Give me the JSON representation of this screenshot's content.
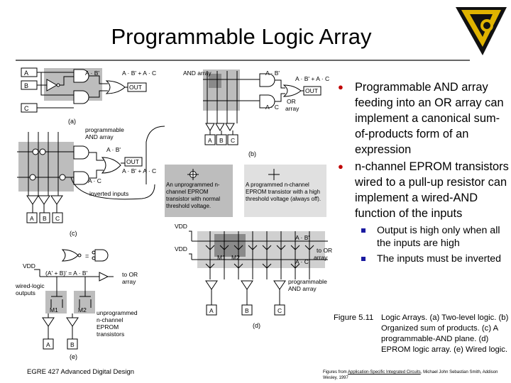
{
  "slide": {
    "title": "Programmable Logic Array",
    "footer_left": "EGRE 427 Advanced Digital Design",
    "footer_right": {
      "prefix": "Figures from ",
      "book": "Application-Specific Integrated Circuits",
      "suffix": ", Michael John Sebastian Smith, Addison Wesley, 1997"
    }
  },
  "bullets": [
    {
      "text": "Programmable AND array feeding into an OR array can implement a canonical sum-of-products form of an expression",
      "children": []
    },
    {
      "text": "n-channel EPROM transistors wired to a pull-up resistor can implement a wired-AND function of the inputs",
      "children": [
        {
          "text": "Output is high only when all the inputs are high"
        },
        {
          "text": "The inputs must be inverted"
        }
      ]
    }
  ],
  "caption": {
    "number": "Figure 5.11",
    "text": "Logic Arrays. (a) Two-level logic. (b) Organized sum of products. (c) A programmable-AND plane. (d) EPROM logic array. (e) Wired logic."
  },
  "diagram": {
    "a": {
      "label": "(a)",
      "in_a": "A",
      "in_b": "B",
      "in_c": "C",
      "term1": "A · B'",
      "sum": "A · B' + A · C",
      "out": "OUT"
    },
    "b": {
      "label": "(b)",
      "and_array": "AND array",
      "term1": "A · B'",
      "term2": "A · C",
      "sum": "A · B' + A · C",
      "out": "OUT",
      "or_array": "OR array",
      "in_a": "A",
      "in_b": "B",
      "in_c": "C"
    },
    "c": {
      "label": "(c)",
      "prog_and": "programmable AND array",
      "term1": "A · B'",
      "term2": "A · C",
      "sum": "A · B' + A · C",
      "out": "OUT",
      "inverted": "inverted inputs",
      "in_a": "A",
      "in_b": "B",
      "in_c": "C"
    },
    "legend": {
      "unprog": "An unprogrammed n-channel EPROM transistor with normal threshold voltage.",
      "prog": "A programmed n-channel EPROM transistor with a high threshold voltage (always off)."
    },
    "d": {
      "label": "(d)",
      "vdd1": "VDD",
      "vdd2": "VDD",
      "m1": "M1",
      "m2": "M2",
      "term1": "A · B'",
      "term2": "A · C",
      "to_or": "to OR array",
      "prog_and": "programmable AND array",
      "in_a": "A",
      "in_b": "B",
      "in_c": "C"
    },
    "e": {
      "label": "(e)",
      "eq": "=",
      "vdd": "VDD",
      "expr": "(A' + B)' = A · B'",
      "wired": "wired-logic outputs",
      "to_or": "to OR array",
      "m1": "M1",
      "m2": "M2",
      "unprog": "unprogrammed n-channel EPROM transistors",
      "in_a": "A",
      "in_b": "B"
    }
  },
  "colors": {
    "bullet_dot": "#c00000",
    "bullet_square": "#1a1aa0",
    "shade": "#bdbdbd",
    "logo_gold": "#e0b300"
  }
}
